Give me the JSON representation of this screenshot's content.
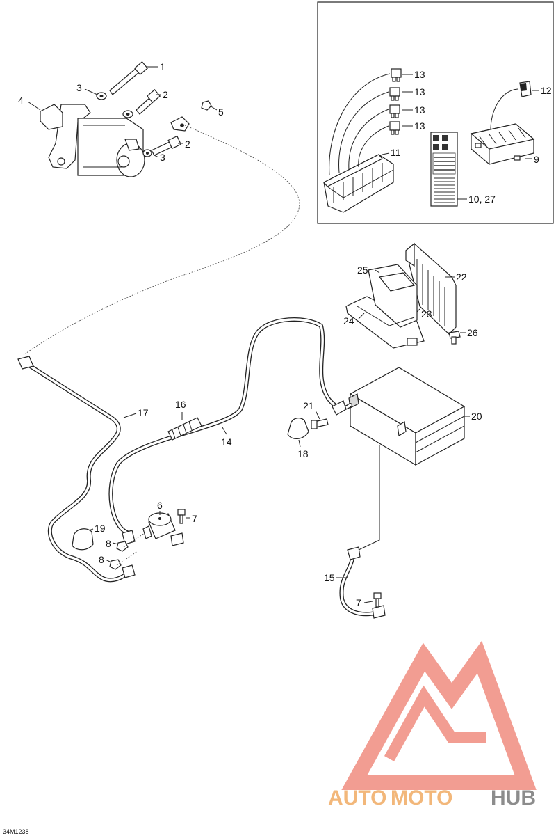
{
  "diagram": {
    "figure_ref": "34M1238",
    "watermark": {
      "text_a": "AUTO",
      "text_b": "MOTO",
      "text_c": "HUB",
      "color_primary": "#f08c7f",
      "color_text": "#f2b77a",
      "color_hub": "#8c8c8c"
    },
    "callouts": {
      "c1": "1",
      "c2a": "2",
      "c2b": "2",
      "c3a": "3",
      "c3b": "3",
      "c4": "4",
      "c5": "5",
      "c6": "6",
      "c7a": "7",
      "c7b": "7",
      "c8a": "8",
      "c8b": "8",
      "c9": "9",
      "c10": "10, 27",
      "c11": "11",
      "c12": "12",
      "c13a": "13",
      "c13b": "13",
      "c13c": "13",
      "c13d": "13",
      "c14": "14",
      "c15": "15",
      "c16": "16",
      "c17": "17",
      "c18": "18",
      "c19": "19",
      "c20": "20",
      "c21": "21",
      "c22": "22",
      "c23": "23",
      "c24": "24",
      "c25": "25",
      "c26": "26"
    }
  }
}
